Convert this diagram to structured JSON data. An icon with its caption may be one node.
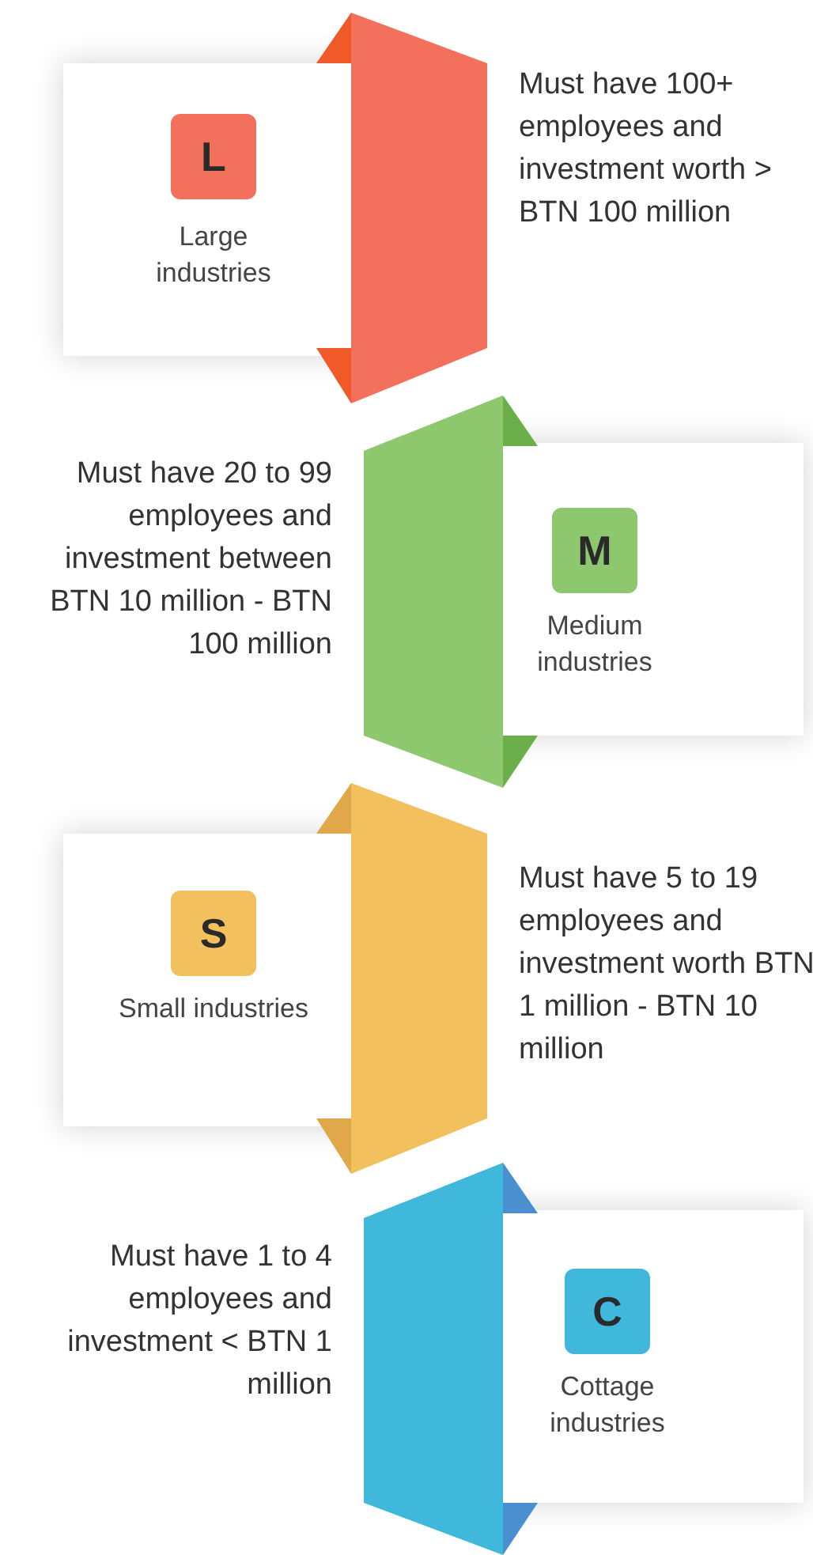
{
  "diagram": {
    "nodes": [
      {
        "text": [
          "L"
        ],
        "beside": [
          "Large industries"
        ]
      },
      {
        "text": [
          "M"
        ],
        "beside": [
          "Medium industries"
        ]
      },
      {
        "text": [
          "S"
        ],
        "beside": [
          "Small industries"
        ]
      },
      {
        "text": [
          "C"
        ],
        "beside": [
          "Cottage industries"
        ]
      }
    ],
    "labels": [
      "Must have 100+ employees and investment worth > BTN 100 million",
      "Must have 20 to 99 employees and investment between BTN 10 million - BTN 100 million",
      "Must have 5 to 19 employees and investment worth BTN 1 million - BTN 10 million",
      "Must have 1 to 4 employees and investment < BTN 1 million"
    ]
  }
}
